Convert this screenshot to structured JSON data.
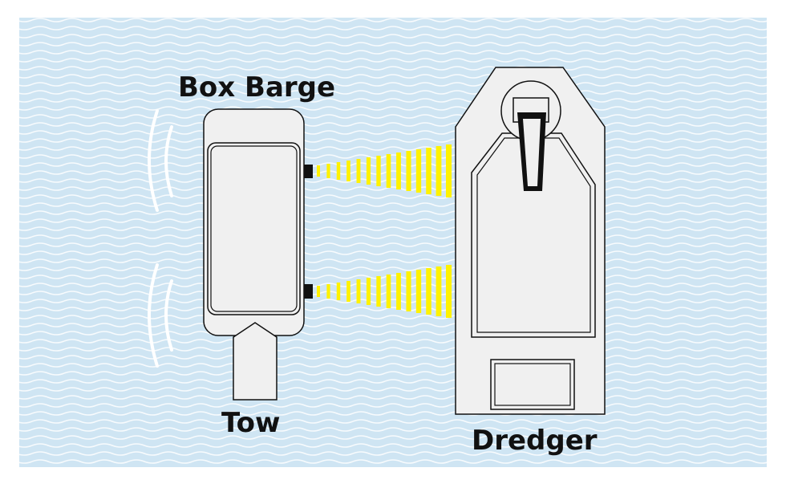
{
  "labels": {
    "box_barge": "Box Barge",
    "tow": "Tow",
    "dredger": "Dredger"
  },
  "colors": {
    "water": "#cfe5f3",
    "wave": "#ffffff",
    "outline": "#111111",
    "hull": "#f0f0f0",
    "sensor_beam": "#fff200",
    "motion_lines": "#ffffff"
  },
  "icons": {
    "sensor": "sensor-icon",
    "sensor_beam": "sensor-beam-icon",
    "motion": "motion-lines-icon"
  }
}
